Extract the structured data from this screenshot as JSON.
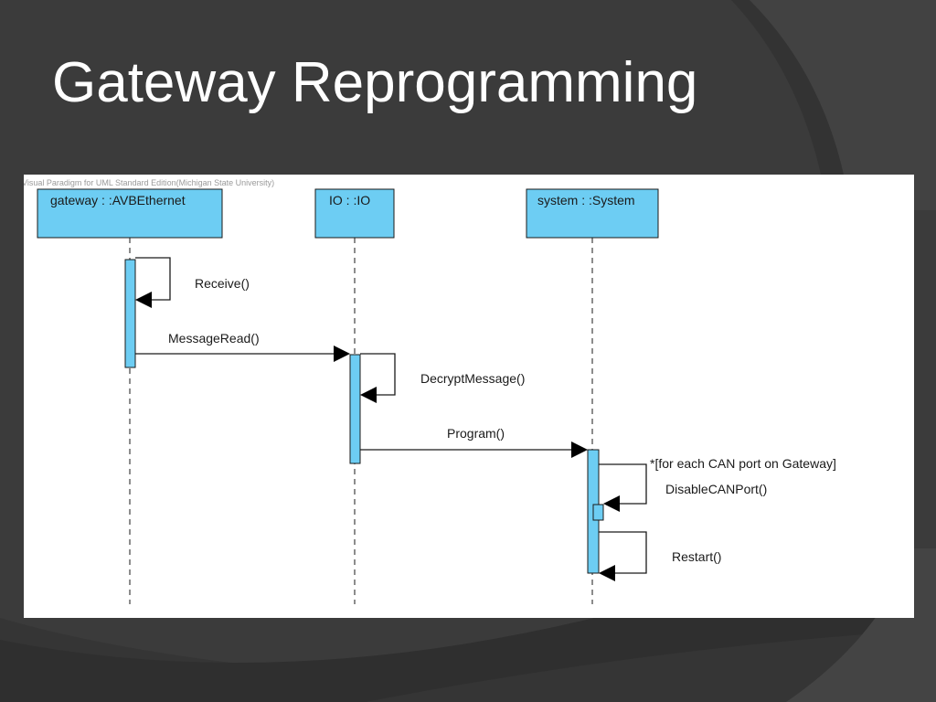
{
  "slide": {
    "title": "Gateway Reprogramming"
  },
  "diagram": {
    "watermark": "Visual Paradigm for UML Standard Edition(Michigan State University)",
    "lifelines": [
      {
        "label": "gateway : :AVBEthernet"
      },
      {
        "label": "IO : :IO"
      },
      {
        "label": "system : :System"
      }
    ],
    "messages": [
      {
        "label": "Receive()"
      },
      {
        "label": "MessageRead()"
      },
      {
        "label": "DecryptMessage()"
      },
      {
        "label": "Program()"
      },
      {
        "label": "DisableCANPort()"
      },
      {
        "label": "Restart()"
      }
    ],
    "loop_guard": "*[for each CAN port on Gateway]"
  },
  "colors": {
    "background": "#3a3a3a",
    "lifeline_fill": "#6dcdf3",
    "title_text": "#ffffff"
  }
}
